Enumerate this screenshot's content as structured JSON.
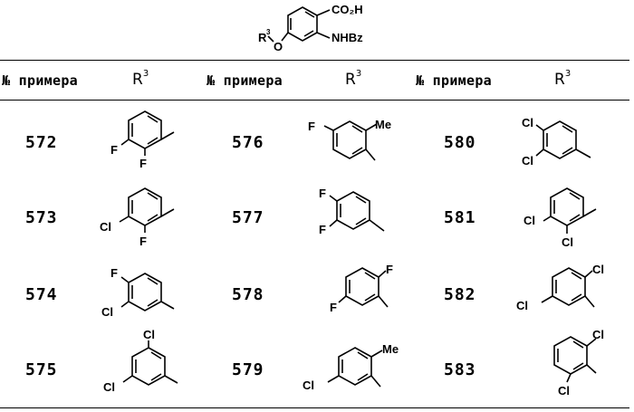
{
  "scaffold": {
    "co2h": "CO₂H",
    "nhbz": "NHBz",
    "r3": "R",
    "r3_sup": "3",
    "o": "O"
  },
  "headers": {
    "example_col": "№ примера",
    "r3": "R",
    "r3_sup": "3"
  },
  "rows": [
    {
      "number": "572",
      "substituents": [
        "F",
        "F"
      ]
    },
    {
      "number": "573",
      "substituents": [
        "Cl",
        "F"
      ]
    },
    {
      "number": "574",
      "substituents": [
        "F",
        "Cl"
      ]
    },
    {
      "number": "575",
      "substituents": [
        "Cl",
        "Cl"
      ]
    },
    {
      "number": "576",
      "substituents": [
        "F",
        "Me"
      ]
    },
    {
      "number": "577",
      "substituents": [
        "F",
        "F"
      ]
    },
    {
      "number": "578",
      "substituents": [
        "F",
        "F"
      ]
    },
    {
      "number": "579",
      "substituents": [
        "Me",
        "Cl"
      ]
    },
    {
      "number": "580",
      "substituents": [
        "Cl",
        "Cl"
      ]
    },
    {
      "number": "581",
      "substituents": [
        "Cl",
        "Cl"
      ]
    },
    {
      "number": "582",
      "substituents": [
        "Cl",
        "Cl"
      ]
    },
    {
      "number": "583",
      "substituents": [
        "Cl",
        "Cl"
      ]
    }
  ]
}
